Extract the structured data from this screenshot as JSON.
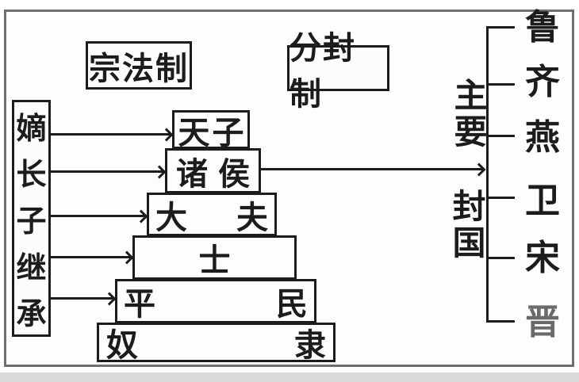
{
  "titles": {
    "zongfa": "宗法制",
    "fenfeng": "分封制"
  },
  "left_box": {
    "text": "嫡长子继承",
    "chars": [
      "嫡",
      "长",
      "子",
      "继",
      "承"
    ]
  },
  "pyramid": {
    "tianzi": {
      "c1": "天",
      "c2": "子"
    },
    "zhuhou": {
      "c1": "诸",
      "c2": "侯"
    },
    "dafu": {
      "c1": "大",
      "c2": "夫"
    },
    "shi": {
      "label": "士"
    },
    "pingmin": {
      "c1": "平",
      "c2": "民"
    },
    "nuli": {
      "c1": "奴",
      "c2": "隶"
    }
  },
  "right": {
    "label_top": "主要",
    "label_bottom": "封国",
    "label_full": "主要封国",
    "states": [
      "鲁",
      "齐",
      "燕",
      "卫",
      "宋",
      "晋"
    ]
  },
  "colors": {
    "ink": "#1c1c1c",
    "frame": "#6f6f6f",
    "background": "#fdfdfd",
    "bottom_strip": "#d9d9d9"
  }
}
